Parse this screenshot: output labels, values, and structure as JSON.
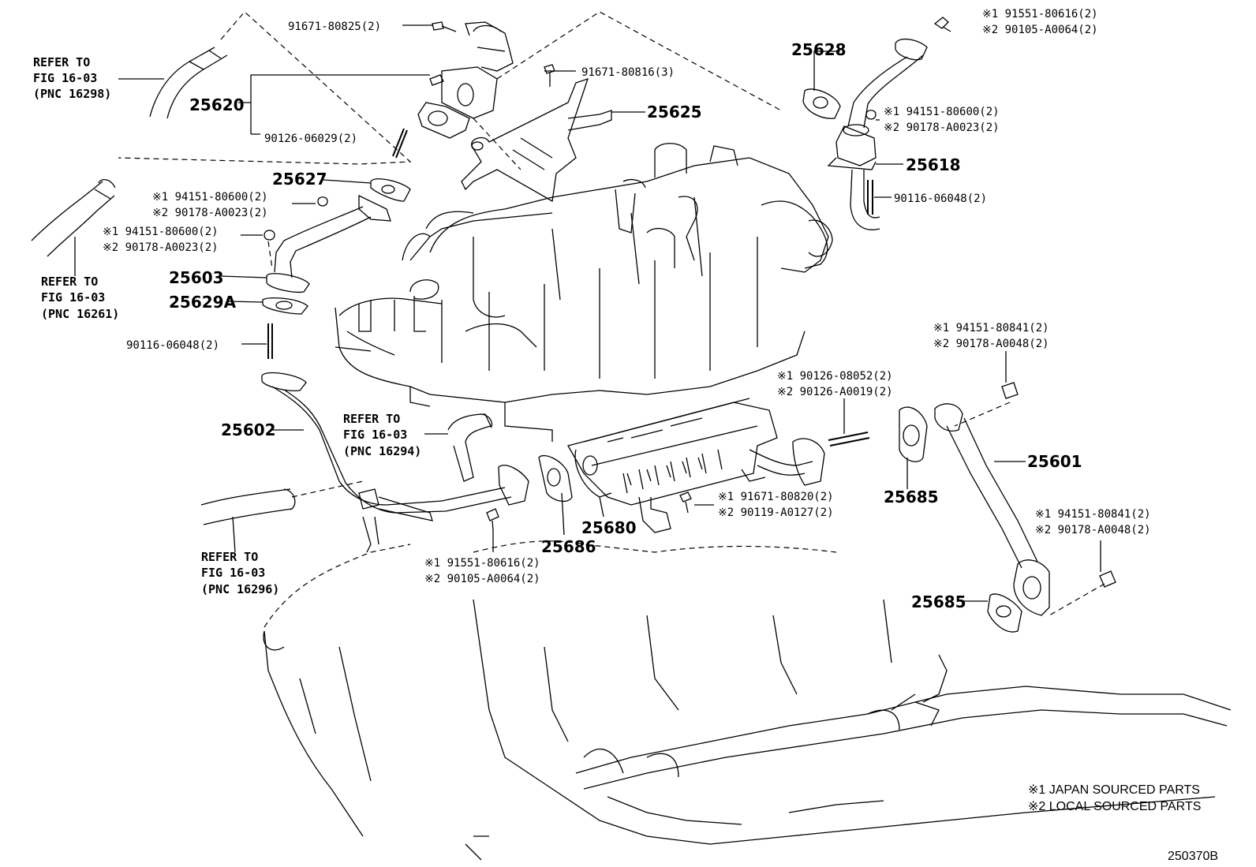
{
  "diagram_id": "250370B",
  "callouts": {
    "p25620": "25620",
    "p25625": "25625",
    "p25627": "25627",
    "p25603": "25603",
    "p25629A": "25629A",
    "p25602": "25602",
    "p25628": "25628",
    "p25618": "25618",
    "p25601": "25601",
    "p25685a": "25685",
    "p25685b": "25685",
    "p25680": "25680",
    "p25686": "25686"
  },
  "parts": {
    "a": "91671-80825(2)",
    "b": "90126-06029(2)",
    "c": "91671-80816(3)",
    "d1": "※1 94151-80600(2)",
    "d2": "※2 90178-A0023(2)",
    "e1": "※1 94151-80600(2)",
    "e2": "※2 90178-A0023(2)",
    "f": "90116-06048(2)",
    "g1": "※1 91551-80616(2)",
    "g2": "※2 90105-A0064(2)",
    "h1": "※1 94151-80600(2)",
    "h2": "※2 90178-A0023(2)",
    "i": "90116-06048(2)",
    "j1": "※1 94151-80841(2)",
    "j2": "※2 90178-A0048(2)",
    "k1": "※1 90126-08052(2)",
    "k2": "※2 90126-A0019(2)",
    "l1": "※1 91671-80820(2)",
    "l2": "※2 90119-A0127(2)",
    "m1": "※1 94151-80841(2)",
    "m2": "※2 90178-A0048(2)",
    "n1": "※1 91551-80616(2)",
    "n2": "※2 90105-A0064(2)"
  },
  "references": {
    "r1": [
      "REFER TO",
      "FIG 16-03",
      "(PNC 16298)"
    ],
    "r2": [
      "REFER TO",
      "FIG 16-03",
      "(PNC 16261)"
    ],
    "r3": [
      "REFER TO",
      "FIG 16-03",
      "(PNC 16294)"
    ],
    "r4": [
      "REFER TO",
      "FIG 16-03",
      "(PNC 16296)"
    ]
  },
  "legend": {
    "japan": "※1 JAPAN SOURCED PARTS",
    "local": "※2 LOCAL SOURCED PARTS"
  }
}
